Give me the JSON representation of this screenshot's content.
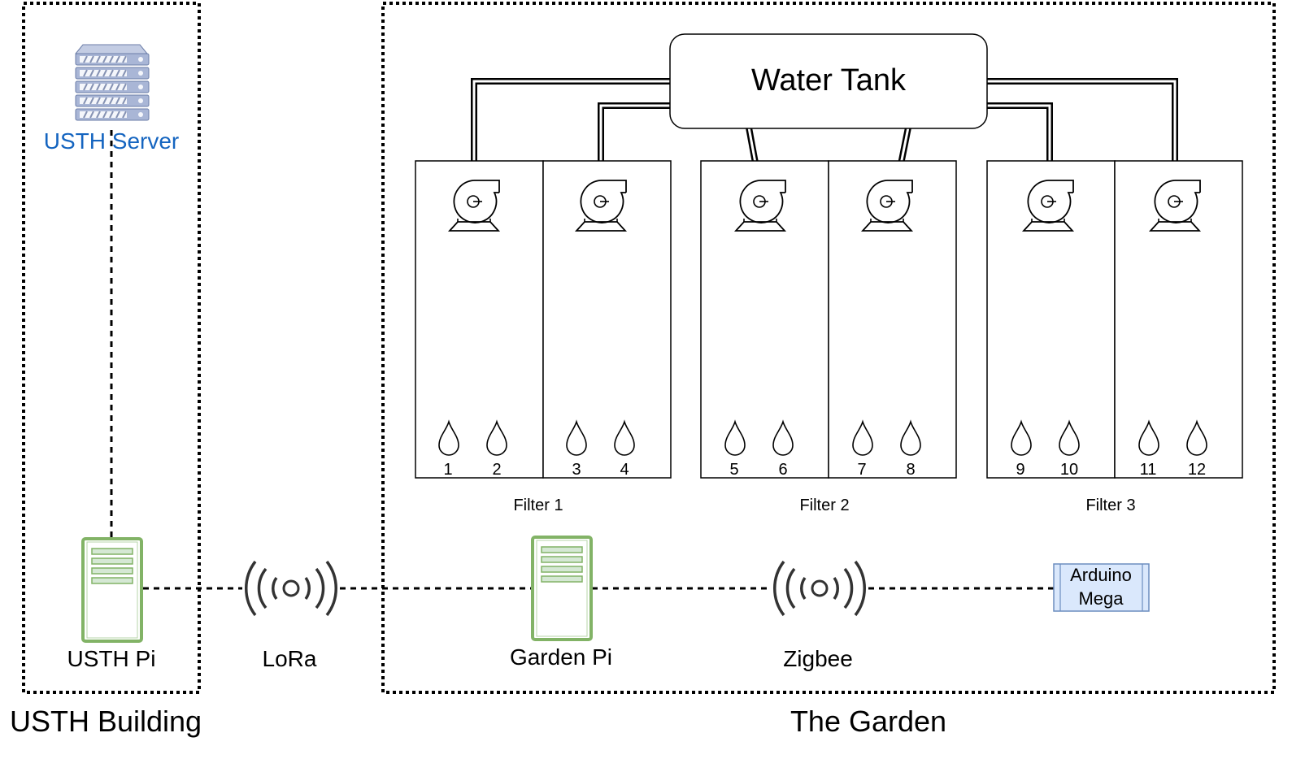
{
  "regions": {
    "building_label": "USTH Building",
    "garden_label": "The Garden"
  },
  "nodes": {
    "server_label": "USTH Server",
    "usth_pi_label": "USTH Pi",
    "lora_label": "LoRa",
    "garden_pi_label": "Garden Pi",
    "zigbee_label": "Zigbee",
    "arduino_line1": "Arduino",
    "arduino_line2": "Mega",
    "water_tank_label": "Water Tank"
  },
  "filters": [
    {
      "label": "Filter 1",
      "sensors": [
        "1",
        "2",
        "3",
        "4"
      ]
    },
    {
      "label": "Filter 2",
      "sensors": [
        "5",
        "6",
        "7",
        "8"
      ]
    },
    {
      "label": "Filter 3",
      "sensors": [
        "9",
        "10",
        "11",
        "12"
      ]
    }
  ],
  "colors": {
    "server_accent": "#1565c0",
    "server_body": "#a9b6d6",
    "pi_border": "#82b366",
    "pi_fill": "#d5e8d4",
    "arduino_fill": "#dae8fc",
    "arduino_border": "#6c8ebf",
    "line": "#000000"
  },
  "icons": {
    "server": "server-rack-icon",
    "pi": "pi-tower-icon",
    "wireless": "wireless-broadcast-icon",
    "pump": "centrifugal-pump-icon",
    "sensor": "water-drop-icon"
  }
}
